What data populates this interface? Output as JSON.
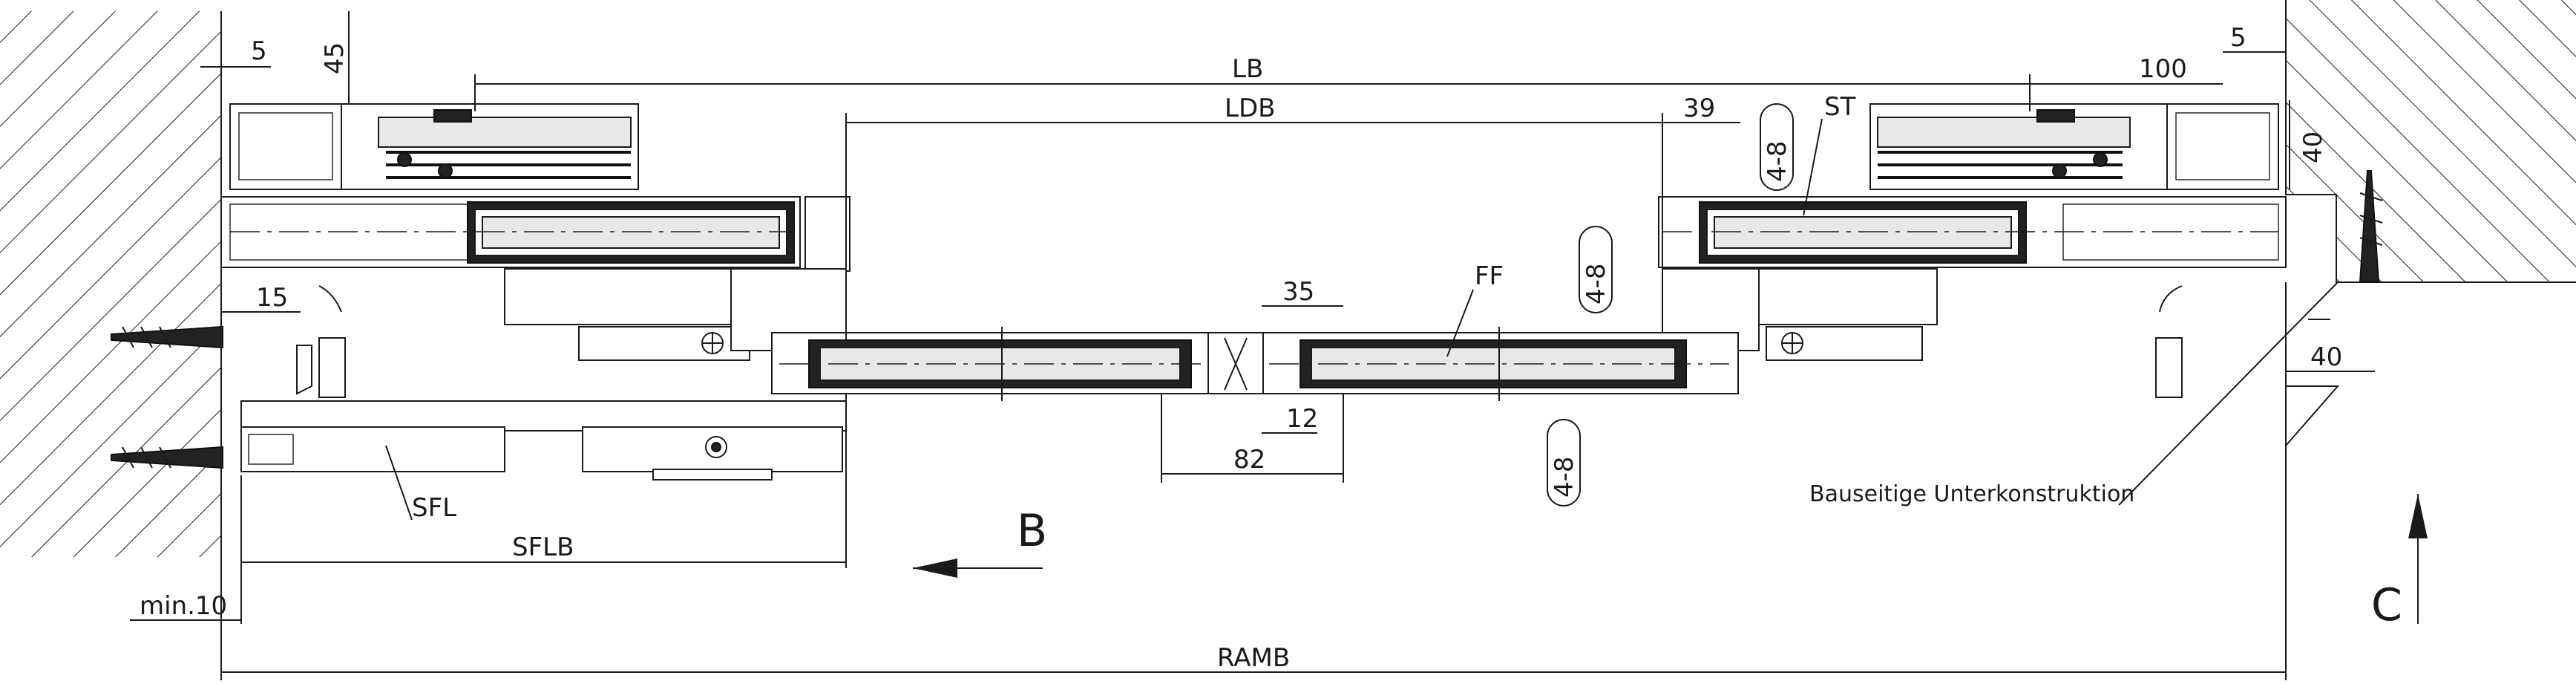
{
  "dimensions": {
    "lb": "LB",
    "ldb": "LDB",
    "ramb": "RAMB",
    "sflb": "SFLB",
    "d5_left": "5",
    "d45": "45",
    "d5_right": "5",
    "d100": "100",
    "d39": "39",
    "d40_vert": "40",
    "d15": "15",
    "d35": "35",
    "d12": "12",
    "d82": "82",
    "d40_horiz": "40",
    "min10": "min.10",
    "range_top": "4-8",
    "range_mid": "4-8",
    "range_low": "4-8"
  },
  "labels": {
    "st": "ST",
    "ff": "FF",
    "sfl": "SFL",
    "substructure": "Bauseitige Unterkonstruktion"
  },
  "view_markers": {
    "b": "B",
    "c": "C"
  }
}
